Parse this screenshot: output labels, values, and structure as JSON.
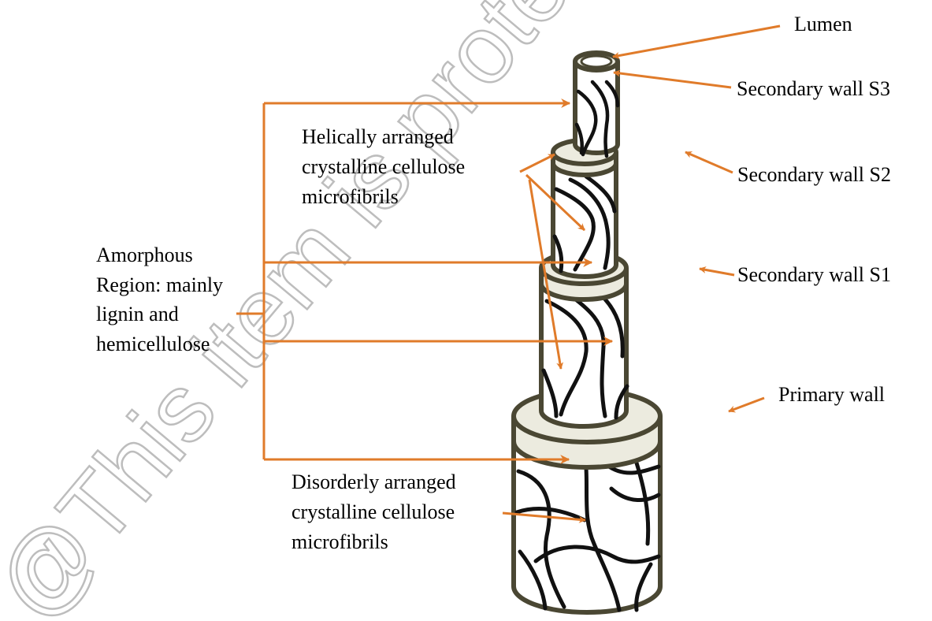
{
  "watermark": "@This item is protected",
  "labels": {
    "lumen": "Lumen",
    "s3": "Secondary wall S3",
    "s2": "Secondary wall S2",
    "s1": "Secondary wall S1",
    "primary": "Primary wall",
    "helical": [
      "Helically arranged",
      "crystalline cellulose",
      "microfibrils"
    ],
    "amorphous": [
      "Amorphous",
      "Region: mainly",
      "lignin and",
      "hemicellulose"
    ],
    "disorderly": [
      "Disorderly arranged",
      "crystalline cellulose",
      "microfibrils"
    ]
  },
  "colors": {
    "arrow": "#e07b2a",
    "wall_outline": "#4a4733",
    "wall_ring": "#ecebdf",
    "fibril": "#111111"
  }
}
